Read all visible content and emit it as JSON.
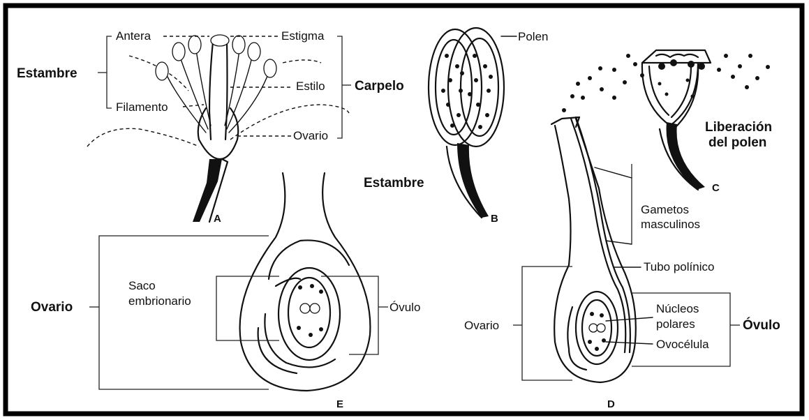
{
  "panelA": {
    "antera": "Antera",
    "estigma": "Estigma",
    "estambre": "Estambre",
    "estilo": "Estilo",
    "carpelo": "Carpelo",
    "filamento": "Filamento",
    "ovario": "Ovario",
    "letter": "A"
  },
  "panelB": {
    "polen": "Polen",
    "estambre": "Estambre",
    "letter": "B"
  },
  "panelC": {
    "liberacion_line1": "Liberación",
    "liberacion_line2": "del polen",
    "letter": "C"
  },
  "panelD": {
    "gametos_line1": "Gametos",
    "gametos_line2": "masculinos",
    "tubo": "Tubo polínico",
    "nucleos_line1": "Núcleos",
    "nucleos_line2": "polares",
    "ovocelula": "Ovocélula",
    "ovario": "Ovario",
    "ovulo": "Óvulo",
    "letter": "D"
  },
  "panelE": {
    "saco_line1": "Saco",
    "saco_line2": "embrionario",
    "ovario": "Ovario",
    "ovulo": "Óvulo",
    "letter": "E"
  }
}
